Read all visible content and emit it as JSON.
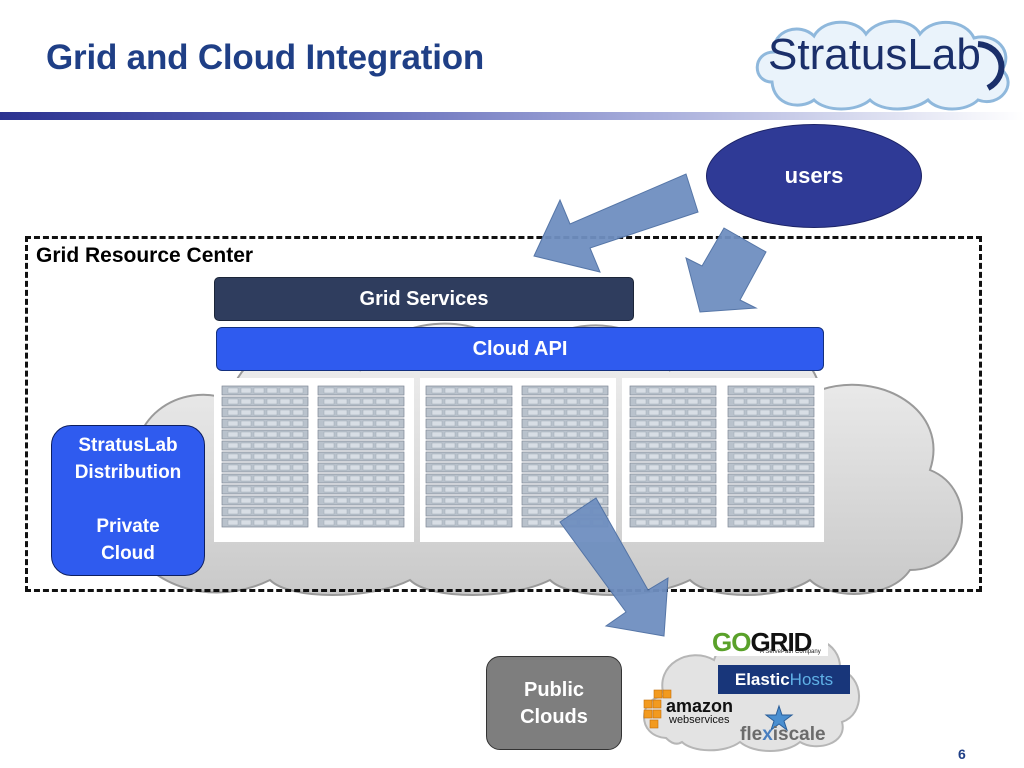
{
  "slide": {
    "title": "Grid and Cloud Integration",
    "page_number": "6"
  },
  "logo": {
    "text": "StratusLab"
  },
  "diagram": {
    "users_label": "users",
    "grid_resource_center_label": "Grid Resource Center",
    "grid_services_label": "Grid Services",
    "cloud_api_label": "Cloud API",
    "private_cloud": {
      "line1": "StratusLab",
      "line2": "Distribution",
      "line3": "Private",
      "line4": "Cloud"
    },
    "public_clouds": {
      "line1": "Public",
      "line2": "Clouds"
    },
    "providers": {
      "gogrid_go": "GO",
      "gogrid_grid": "GRID",
      "gogrid_tagline": "A ServePath Company",
      "elastic_a": "Elastic",
      "elastic_b": "Hosts",
      "amazon_a": "amazon",
      "amazon_b": "webservices",
      "flexi_a": "fle",
      "flexi_x": "x",
      "flexi_b": "iscale"
    }
  },
  "colors": {
    "title": "#1f3f86",
    "users_fill": "#2f3a96",
    "grid_services_fill": "#2f3d5e",
    "cloud_api_fill": "#2f5bef",
    "arrow_fill": "#6f8fc0",
    "public_clouds_fill": "#7e7e7e"
  }
}
